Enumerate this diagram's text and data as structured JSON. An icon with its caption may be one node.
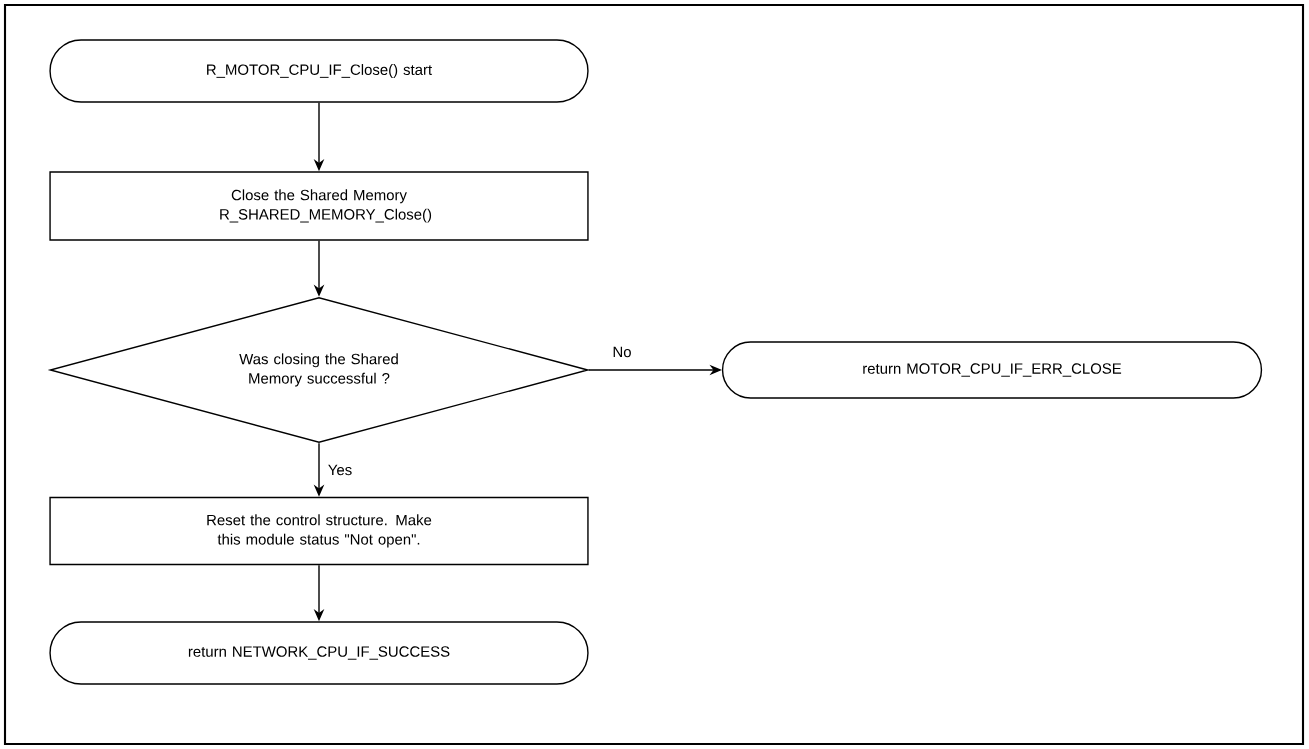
{
  "diagram": {
    "nodes": [
      {
        "text": [
          "R_MOTOR_CPU_IF_Close() start"
        ]
      },
      {
        "text": [
          "Close the Shared Memory R_SHARED_MEMORY_Close()"
        ]
      },
      {
        "text": [
          "Was closing the Shared Memory successful ?"
        ]
      },
      {
        "text": [
          "return MOTOR_CPU_IF_ERR_CLOSE"
        ]
      },
      {
        "text": [
          "Reset the control structure. Make this module status \"Not open\"."
        ]
      },
      {
        "text": [
          "return NETWORK_CPU_IF_SUCCESS"
        ]
      }
    ],
    "edges": [
      {
        "from": 0,
        "to": 1,
        "arrow": "to"
      },
      {
        "from": 1,
        "to": 2,
        "arrow": "to"
      },
      {
        "from": 2,
        "to": 3,
        "arrow": "to",
        "label": "No"
      },
      {
        "from": 2,
        "to": 4,
        "arrow": "to",
        "label": "Yes"
      },
      {
        "from": 4,
        "to": 5,
        "arrow": "to"
      }
    ]
  }
}
